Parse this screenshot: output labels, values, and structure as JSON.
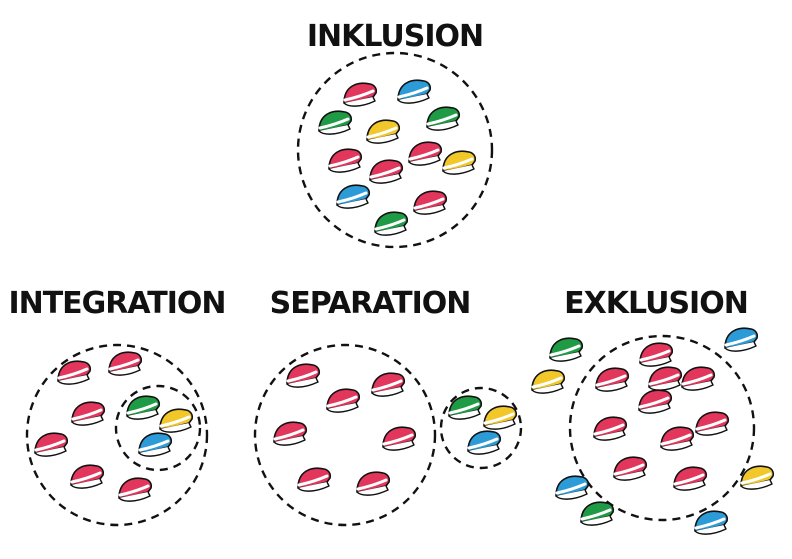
{
  "colors": {
    "red": "#e3365c",
    "green": "#1f9a45",
    "blue": "#2c9bd8",
    "yellow": "#f2c72a",
    "outline": "#111111",
    "band": "#ffffff"
  },
  "icon": "visor-cap-icon",
  "panels": [
    {
      "key": "inklusion",
      "title": "INKLUSION",
      "rings": [
        {
          "role": "main",
          "caps": [
            "red",
            "blue",
            "green",
            "yellow",
            "green",
            "red",
            "red",
            "red",
            "yellow",
            "blue",
            "red",
            "green"
          ]
        }
      ],
      "outside": []
    },
    {
      "key": "integration",
      "title": "INTEGRATION",
      "rings": [
        {
          "role": "main",
          "caps": [
            "red",
            "red",
            "red",
            "red",
            "red",
            "red"
          ]
        },
        {
          "role": "inner",
          "caps": [
            "green",
            "yellow",
            "blue"
          ]
        }
      ],
      "outside": []
    },
    {
      "key": "separation",
      "title": "SEPARATION",
      "rings": [
        {
          "role": "main",
          "caps": [
            "red",
            "red",
            "red",
            "red",
            "red",
            "red",
            "red"
          ]
        },
        {
          "role": "side",
          "caps": [
            "green",
            "yellow",
            "blue"
          ]
        }
      ],
      "outside": []
    },
    {
      "key": "exklusion",
      "title": "EXKLUSION",
      "rings": [
        {
          "role": "main",
          "caps": [
            "red",
            "red",
            "red",
            "red",
            "red",
            "red",
            "red",
            "red",
            "red",
            "red"
          ]
        }
      ],
      "outside": [
        "green",
        "yellow",
        "blue",
        "yellow",
        "blue",
        "green",
        "blue"
      ]
    }
  ]
}
